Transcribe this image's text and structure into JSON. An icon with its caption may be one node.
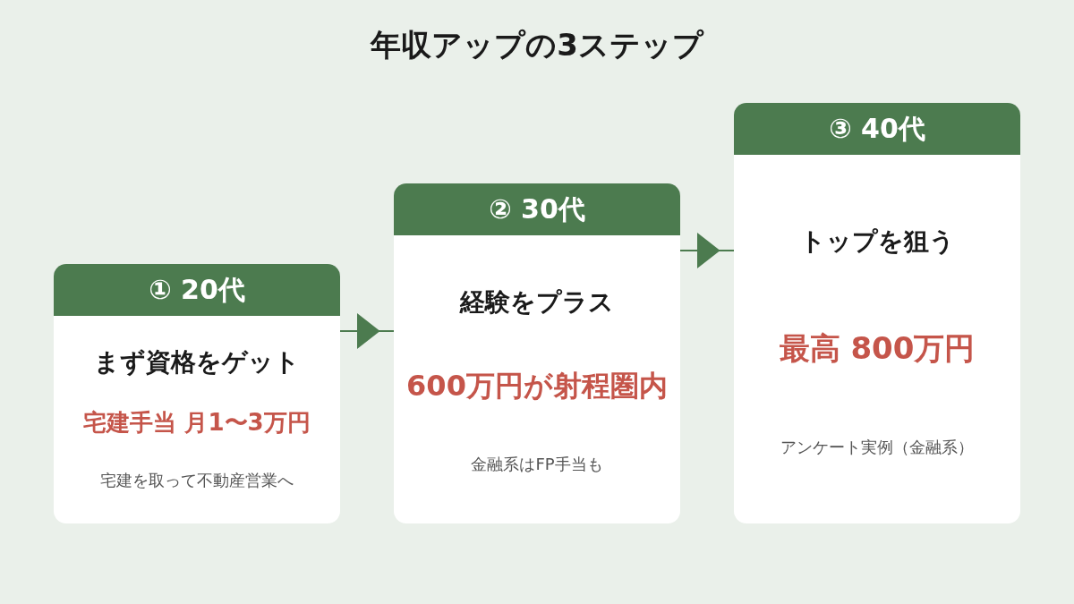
{
  "diagram": {
    "title": "年収アップの3ステップ",
    "nodes": [
      {
        "text": [
          "① 20代",
          "まず資格をゲット",
          "宅建手当 月1〜3万円",
          "宅建を取って不動産営業へ"
        ]
      },
      {
        "text": [
          "② 30代",
          "経験をプラス",
          "600万円が射程圏内",
          "金融系はFP手当も"
        ]
      },
      {
        "text": [
          "③ 40代",
          "トップを狙う",
          "最高 800万円",
          "アンケート実例（金融系）"
        ]
      }
    ],
    "edges": [
      {
        "from": 0,
        "to": 1,
        "arrow": "to"
      },
      {
        "from": 1,
        "to": 2,
        "arrow": "to"
      }
    ]
  }
}
